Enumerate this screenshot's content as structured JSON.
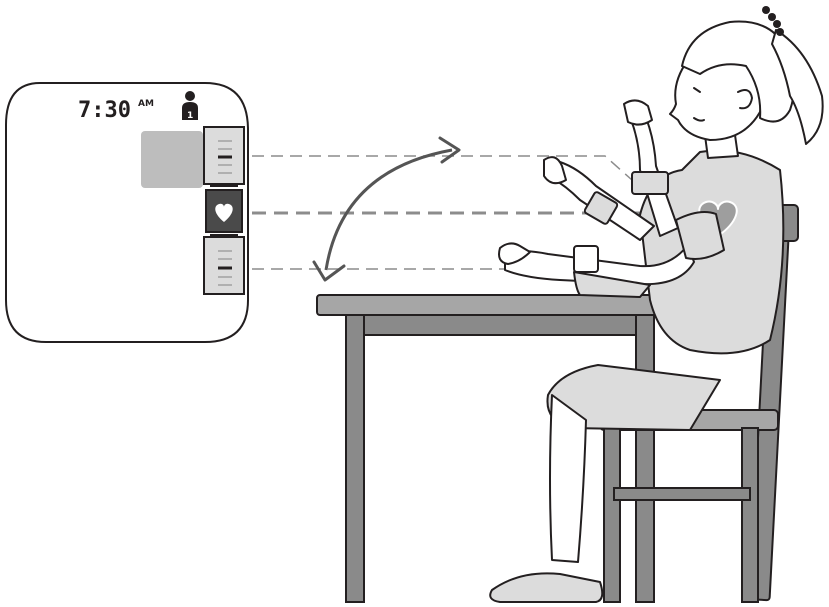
{
  "monitor_display": {
    "time": "7:30",
    "ampm": "AM",
    "user_number": "1",
    "indicator_segments": [
      "upper",
      "heart",
      "lower"
    ],
    "heart_glyph": "heart-icon"
  },
  "colors": {
    "outline": "#231f20",
    "light_fill": "#dcdcdc",
    "panel_fill": "#bdbdbd",
    "dark_fill": "#4a4a4a",
    "dashed_line": "#8c8c8c",
    "arrow": "#555555",
    "furniture": "#8a8a8a"
  },
  "icons": {
    "user": "user-silhouette-icon",
    "heart": "heart-icon",
    "arrow": "curved-double-arrow-icon"
  }
}
